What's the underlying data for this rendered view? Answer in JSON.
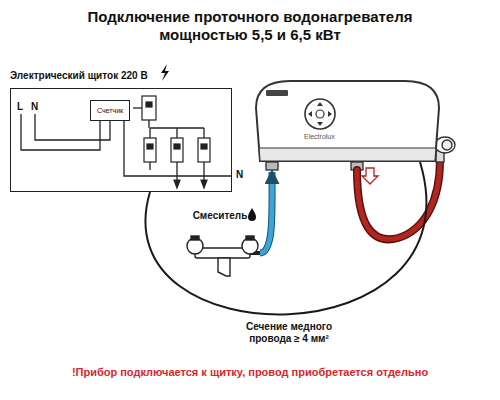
{
  "diagram": {
    "title": "Подключение проточного водонагревателя мощностью 5,5 и 6,5 кВт",
    "caption": "!Прибор подключается к щитку, провод приобретается отдельно",
    "nodes": [
      {
        "text": [
          "Электрический щиток 220 В"
        ]
      },
      {
        "text": [
          "Счетчик"
        ],
        "in": 0
      },
      {
        "text": [
          "Electrolux"
        ]
      },
      {
        "text": [
          "Смеситель"
        ]
      }
    ],
    "edges": [
      {
        "from": 0,
        "to": 2,
        "arrow": "none",
        "label": "Сечение медного провода ≥ 4 мм²"
      },
      {
        "from": 3,
        "to": 2,
        "arrow": "to"
      }
    ],
    "labels": [
      "L",
      "N",
      "N"
    ]
  }
}
